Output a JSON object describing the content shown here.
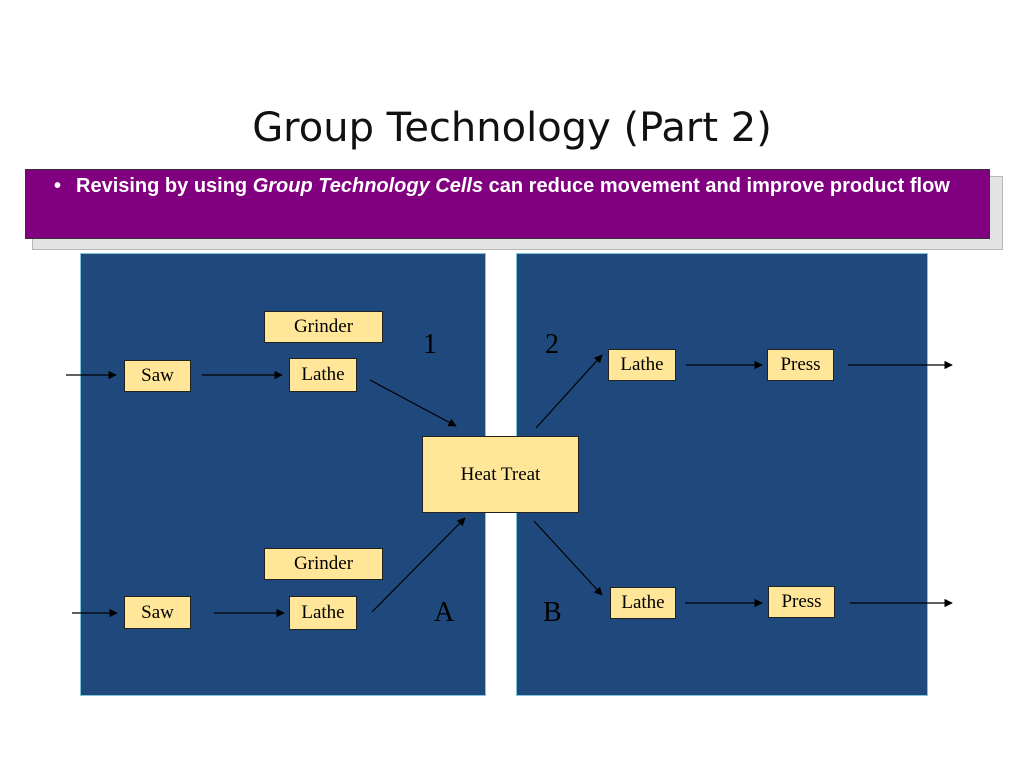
{
  "slide": {
    "title": "Group Technology (Part 2)",
    "bullet": {
      "marker": "•",
      "text_before": "Revising by using ",
      "text_emphasis": "Group Technology Cells",
      "text_after": " can reduce movement and improve product flow"
    }
  },
  "diagram": {
    "nodes": {
      "grinder_top": "Grinder",
      "saw_top": "Saw",
      "lathe_top": "Lathe",
      "grinder_bottom": "Grinder",
      "saw_bottom": "Saw",
      "lathe_bottom": "Lathe",
      "heat_treat": "Heat Treat",
      "lathe_right_top": "Lathe",
      "press_right_top": "Press",
      "lathe_right_bottom": "Lathe",
      "press_right_bottom": "Press"
    },
    "labels": {
      "one": "1",
      "two": "2",
      "a": "A",
      "b": "B"
    },
    "colors": {
      "panel": "#1f497d",
      "node_fill": "#ffe699",
      "bullet_bar": "#800080"
    }
  }
}
